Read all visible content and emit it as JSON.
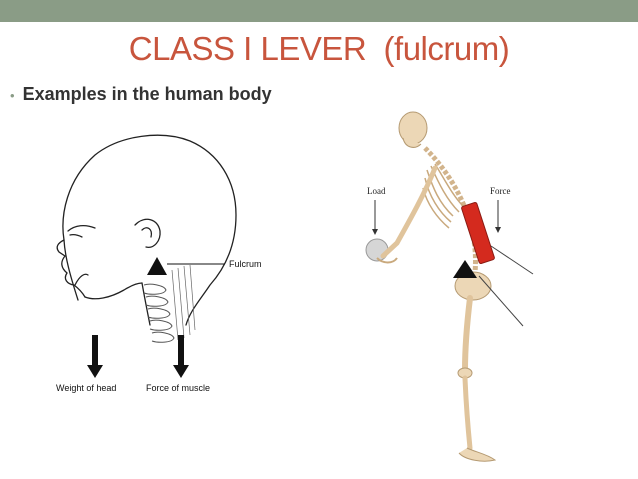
{
  "slide": {
    "title": "CLASS I LEVER  (fulcrum)",
    "bullet": "Examples in the human body"
  },
  "head_figure": {
    "fulcrum_label": "Fulcrum",
    "weight_label": "Weight of head",
    "muscle_label": "Force of muscle"
  },
  "skeleton_figure": {
    "load_label": "Load",
    "force_label": "Force"
  },
  "colors": {
    "accent_band": "#8a9c86",
    "title": "#c8553d",
    "muscle": "#d42a1e"
  }
}
